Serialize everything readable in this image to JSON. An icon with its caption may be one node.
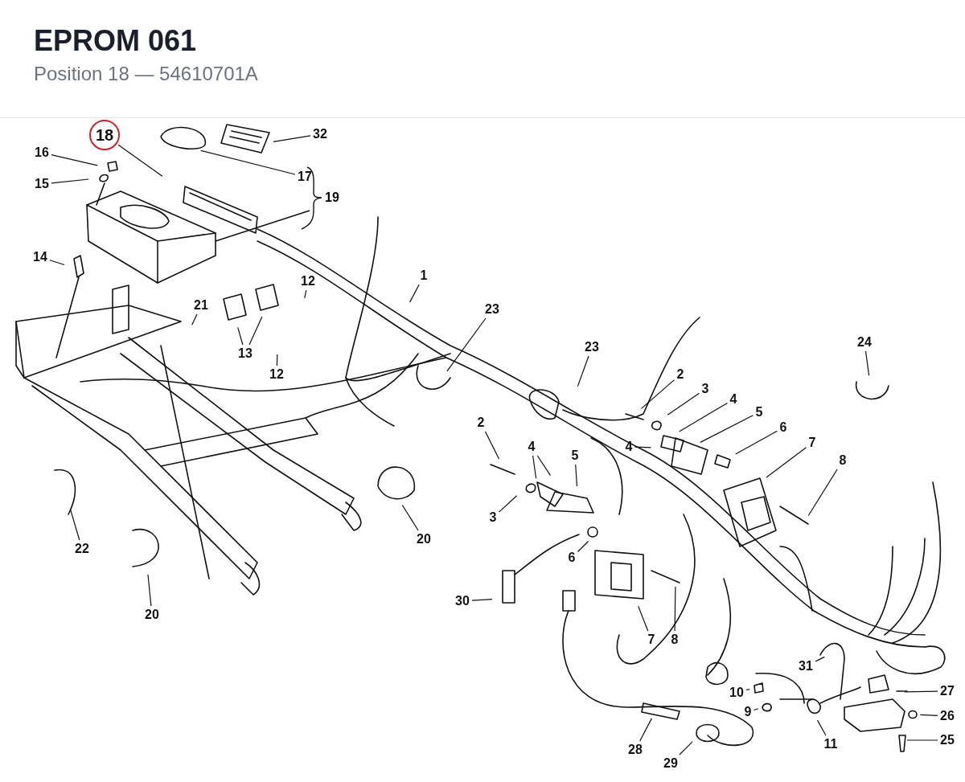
{
  "diagram": {
    "title": "EPROM 061",
    "nodes": [
      {
        "text": [
          "18"
        ]
      },
      {
        "text": [
          "16"
        ]
      },
      {
        "text": [
          "15"
        ]
      },
      {
        "text": [
          "17"
        ]
      },
      {
        "text": [
          "32"
        ]
      },
      {
        "text": [
          "14"
        ]
      },
      {
        "text": [
          "21"
        ]
      },
      {
        "text": [
          "12"
        ]
      },
      {
        "text": [
          "13"
        ]
      },
      {
        "text": [
          "12"
        ]
      },
      {
        "text": [
          "1"
        ]
      },
      {
        "text": [
          "23"
        ]
      },
      {
        "text": [
          "23"
        ]
      },
      {
        "text": [
          "24"
        ]
      },
      {
        "text": [
          "2"
        ]
      },
      {
        "text": [
          "3"
        ]
      },
      {
        "text": [
          "4"
        ]
      },
      {
        "text": [
          "4"
        ]
      },
      {
        "text": [
          "5"
        ]
      },
      {
        "text": [
          "6"
        ]
      },
      {
        "text": [
          "7"
        ]
      },
      {
        "text": [
          "8"
        ]
      },
      {
        "text": [
          "2"
        ]
      },
      {
        "text": [
          "4"
        ]
      },
      {
        "text": [
          "5"
        ]
      },
      {
        "text": [
          "3"
        ]
      },
      {
        "text": [
          "6"
        ]
      },
      {
        "text": [
          "7"
        ]
      },
      {
        "text": [
          "8"
        ]
      },
      {
        "text": [
          "30"
        ]
      },
      {
        "text": [
          "31"
        ]
      },
      {
        "text": [
          "10"
        ]
      },
      {
        "text": [
          "9"
        ]
      },
      {
        "text": [
          "27"
        ]
      },
      {
        "text": [
          "26"
        ]
      },
      {
        "text": [
          "25"
        ]
      },
      {
        "text": [
          "11"
        ]
      },
      {
        "text": [
          "28"
        ]
      },
      {
        "text": [
          "29"
        ]
      },
      {
        "text": [
          "22"
        ]
      },
      {
        "text": [
          "20"
        ]
      },
      {
        "text": [
          "20"
        ]
      }
    ],
    "edges": [
      {
        "from": 0,
        "to": null,
        "arrow": "none"
      },
      {
        "from": 1,
        "to": null,
        "arrow": "none"
      },
      {
        "from": 2,
        "to": null,
        "arrow": "none"
      },
      {
        "from": 3,
        "to": null,
        "arrow": "none"
      },
      {
        "from": 4,
        "to": null,
        "arrow": "none"
      },
      {
        "from": 5,
        "to": null,
        "arrow": "none"
      },
      {
        "from": 6,
        "to": null,
        "arrow": "none"
      },
      {
        "from": 7,
        "to": null,
        "arrow": "none"
      },
      {
        "from": 8,
        "to": null,
        "arrow": "none"
      },
      {
        "from": 8,
        "to": null,
        "arrow": "none"
      },
      {
        "from": 9,
        "to": null,
        "arrow": "none"
      },
      {
        "from": 10,
        "to": null,
        "arrow": "none"
      },
      {
        "from": 11,
        "to": null,
        "arrow": "none"
      },
      {
        "from": 12,
        "to": null,
        "arrow": "none"
      },
      {
        "from": 13,
        "to": null,
        "arrow": "none"
      },
      {
        "from": 14,
        "to": null,
        "arrow": "none"
      },
      {
        "from": 15,
        "to": null,
        "arrow": "none"
      },
      {
        "from": 16,
        "to": null,
        "arrow": "none"
      },
      {
        "from": 17,
        "to": null,
        "arrow": "none"
      },
      {
        "from": 18,
        "to": null,
        "arrow": "none"
      },
      {
        "from": 19,
        "to": null,
        "arrow": "none"
      },
      {
        "from": 20,
        "to": null,
        "arrow": "none"
      },
      {
        "from": 21,
        "to": null,
        "arrow": "none"
      },
      {
        "from": 22,
        "to": null,
        "arrow": "none"
      },
      {
        "from": 23,
        "to": null,
        "arrow": "none"
      },
      {
        "from": 23,
        "to": null,
        "arrow": "none"
      },
      {
        "from": 24,
        "to": null,
        "arrow": "none"
      },
      {
        "from": 25,
        "to": null,
        "arrow": "none"
      },
      {
        "from": 26,
        "to": null,
        "arrow": "none"
      },
      {
        "from": 27,
        "to": null,
        "arrow": "none"
      },
      {
        "from": 28,
        "to": null,
        "arrow": "none"
      },
      {
        "from": 29,
        "to": null,
        "arrow": "none"
      },
      {
        "from": 30,
        "to": null,
        "arrow": "none"
      },
      {
        "from": 31,
        "to": null,
        "arrow": "none"
      },
      {
        "from": 32,
        "to": null,
        "arrow": "none"
      },
      {
        "from": 33,
        "to": null,
        "arrow": "none"
      },
      {
        "from": 34,
        "to": null,
        "arrow": "none"
      },
      {
        "from": 35,
        "to": null,
        "arrow": "none"
      },
      {
        "from": 36,
        "to": null,
        "arrow": "none"
      },
      {
        "from": 37,
        "to": null,
        "arrow": "none"
      },
      {
        "from": 38,
        "to": null,
        "arrow": "none"
      },
      {
        "from": 39,
        "to": null,
        "arrow": "none"
      },
      {
        "from": 40,
        "to": null,
        "arrow": "none"
      },
      {
        "from": 41,
        "to": null,
        "arrow": "none"
      }
    ],
    "labels": [
      "Position 18 — 54610701A",
      "19"
    ]
  }
}
